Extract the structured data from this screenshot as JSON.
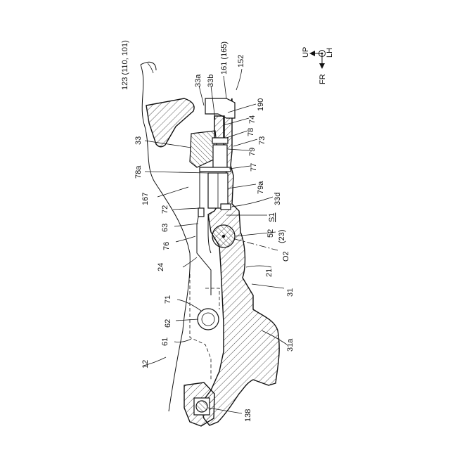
{
  "orientation": {
    "up": "UP",
    "lh": "LH",
    "fr": "FR"
  },
  "labels": [
    {
      "id": "123",
      "text": "123 (110, 101)"
    },
    {
      "id": "33a",
      "text": "33a"
    },
    {
      "id": "33b",
      "text": "33b"
    },
    {
      "id": "161",
      "text": "161 (165)"
    },
    {
      "id": "152",
      "text": "152"
    },
    {
      "id": "190",
      "text": "190"
    },
    {
      "id": "74",
      "text": "74"
    },
    {
      "id": "78",
      "text": "78"
    },
    {
      "id": "73",
      "text": "73"
    },
    {
      "id": "79",
      "text": "79"
    },
    {
      "id": "33",
      "text": "33"
    },
    {
      "id": "77",
      "text": "77"
    },
    {
      "id": "78a",
      "text": "78a"
    },
    {
      "id": "79a",
      "text": "79a"
    },
    {
      "id": "167",
      "text": "167"
    },
    {
      "id": "33d",
      "text": "33d"
    },
    {
      "id": "72",
      "text": "72"
    },
    {
      "id": "S1",
      "text": "S1"
    },
    {
      "id": "63",
      "text": "63"
    },
    {
      "id": "52",
      "text": "52"
    },
    {
      "id": "23",
      "text": "(23)"
    },
    {
      "id": "76",
      "text": "76"
    },
    {
      "id": "O2",
      "text": "O2"
    },
    {
      "id": "24",
      "text": "24"
    },
    {
      "id": "21",
      "text": "21"
    },
    {
      "id": "31",
      "text": "31"
    },
    {
      "id": "71",
      "text": "71"
    },
    {
      "id": "62",
      "text": "62"
    },
    {
      "id": "31a",
      "text": "31a"
    },
    {
      "id": "61",
      "text": "61"
    },
    {
      "id": "12",
      "text": "12"
    },
    {
      "id": "138",
      "text": "138"
    }
  ]
}
